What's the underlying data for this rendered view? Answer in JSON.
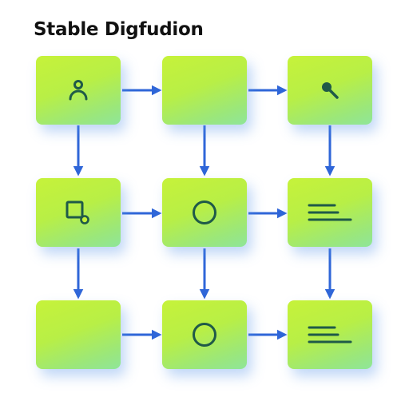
{
  "diagram": {
    "title": "Stable Digfudion",
    "colors": {
      "node_gradient_start": "#c6f23a",
      "node_gradient_end": "#8fe59a",
      "icon": "#1f5a48",
      "arrow": "#2f66d8",
      "shadow": "#5a96eb"
    },
    "nodes": [
      {
        "id": "n11",
        "icon": "person-icon"
      },
      {
        "id": "n12",
        "icon": ""
      },
      {
        "id": "n13",
        "icon": "magnifier-icon"
      },
      {
        "id": "n21",
        "icon": "square-connector-icon"
      },
      {
        "id": "n22",
        "icon": "circle-icon"
      },
      {
        "id": "n23",
        "icon": "text-lines-icon"
      },
      {
        "id": "n31",
        "icon": ""
      },
      {
        "id": "n32",
        "icon": "circle-icon"
      },
      {
        "id": "n33",
        "icon": "text-lines-icon"
      }
    ],
    "edges": [
      {
        "from": "n11",
        "to": "n12"
      },
      {
        "from": "n12",
        "to": "n13"
      },
      {
        "from": "n11",
        "to": "n21"
      },
      {
        "from": "n12",
        "to": "n22"
      },
      {
        "from": "n13",
        "to": "n23"
      },
      {
        "from": "n21",
        "to": "n22"
      },
      {
        "from": "n22",
        "to": "n23"
      },
      {
        "from": "n21",
        "to": "n31"
      },
      {
        "from": "n22",
        "to": "n32"
      },
      {
        "from": "n23",
        "to": "n33"
      },
      {
        "from": "n31",
        "to": "n32"
      },
      {
        "from": "n32",
        "to": "n33"
      }
    ]
  }
}
